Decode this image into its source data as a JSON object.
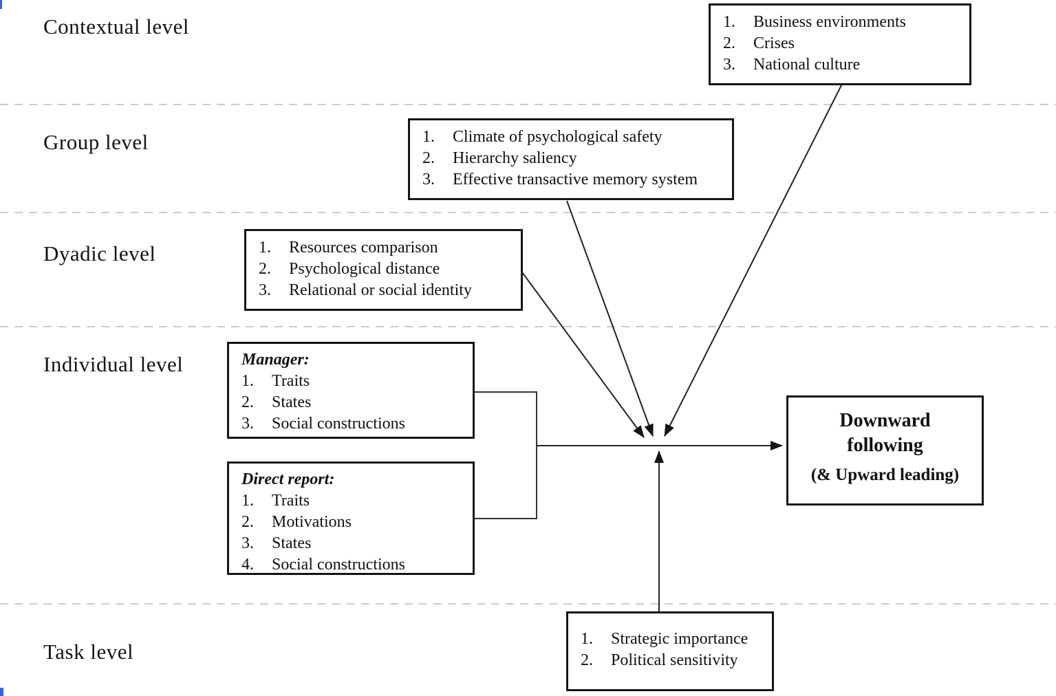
{
  "figure": {
    "levels": [
      {
        "label": "Contextual level"
      },
      {
        "label": "Group level"
      },
      {
        "label": "Dyadic level"
      },
      {
        "label": "Individual level"
      },
      {
        "label": "Task level"
      }
    ],
    "boxes": {
      "contextual": {
        "items": [
          {
            "n": "1.",
            "text": "Business environments"
          },
          {
            "n": "2.",
            "text": "Crises"
          },
          {
            "n": "3.",
            "text": "National culture"
          }
        ]
      },
      "group": {
        "items": [
          {
            "n": "1.",
            "text": "Climate of psychological safety"
          },
          {
            "n": "2.",
            "text": "Hierarchy saliency"
          },
          {
            "n": "3.",
            "text": "Effective transactive memory system"
          }
        ]
      },
      "dyadic": {
        "items": [
          {
            "n": "1.",
            "text": "Resources comparison"
          },
          {
            "n": "2.",
            "text": "Psychological distance"
          },
          {
            "n": "3.",
            "text": "Relational or social identity"
          }
        ]
      },
      "manager": {
        "title": "Manager:",
        "items": [
          {
            "n": "1.",
            "text": "Traits"
          },
          {
            "n": "2.",
            "text": "States"
          },
          {
            "n": "3.",
            "text": "Social constructions"
          }
        ]
      },
      "direct_report": {
        "title": "Direct report:",
        "items": [
          {
            "n": "1.",
            "text": "Traits"
          },
          {
            "n": "2.",
            "text": "Motivations"
          },
          {
            "n": "3.",
            "text": "States"
          },
          {
            "n": "4.",
            "text": "Social constructions"
          }
        ]
      },
      "task": {
        "items": [
          {
            "n": "1.",
            "text": "Strategic importance"
          },
          {
            "n": "2.",
            "text": "Political sensitivity"
          }
        ]
      },
      "outcome": {
        "line1": "Downward",
        "line2": "following",
        "line3": "(& Upward leading)"
      }
    },
    "colors": {
      "line": "#1a1a1a",
      "dashed_separator": "#cccccc",
      "background": "#ffffff",
      "text": "#111111",
      "edge_mark": "#3f5fd7"
    }
  }
}
